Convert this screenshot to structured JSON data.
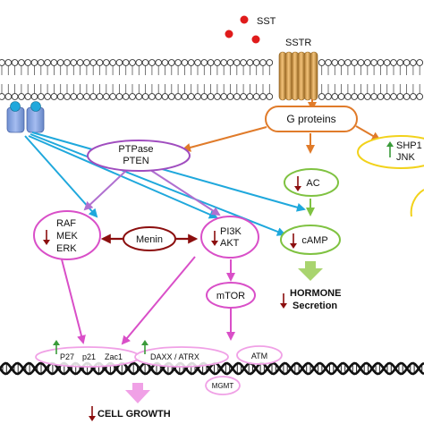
{
  "ligand": {
    "label": "SST"
  },
  "receptor": {
    "label": "SSTR"
  },
  "nodes": {
    "g_proteins": "G proteins",
    "ptpase": "PTPase",
    "pten": "PTEN",
    "shp1": "SHP1",
    "jnk": "JNK",
    "ac": "AC",
    "camp": "cAMP",
    "raf": "RAF",
    "mek": "MEK",
    "erk": "ERK",
    "menin": "Menin",
    "pi3k": "PI3K",
    "akt": "AKT",
    "mtor": "mTOR",
    "hormone": "HORMONE",
    "secretion": "Secretion",
    "p27": "P27",
    "p21": "p21",
    "zac1": "Zac1",
    "daxx_atrx": "DAXX / ATRX",
    "atm": "ATM",
    "mgmt": "MGMT",
    "cell_growth": "CELL GROWTH"
  },
  "colors": {
    "orange": "#e07b2a",
    "cyan": "#1fa8dc",
    "magenta": "#d94fc8",
    "purple": "#a04dbf",
    "dark_red": "#8b0e0e",
    "green": "#7fc241",
    "yellow": "#f2d21b",
    "red_dot": "#e01b1b",
    "pink_arrow": "#f0a1e6",
    "light_green_arrow": "#a9d46f",
    "up_arrow": "#3a9b3a",
    "down_arrow": "#8b0e0e"
  }
}
